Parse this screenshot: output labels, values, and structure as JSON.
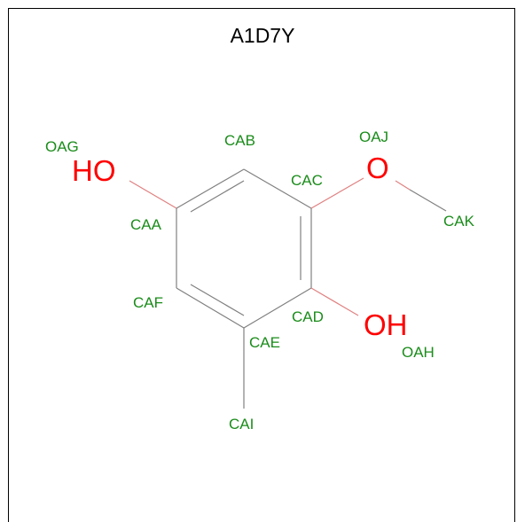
{
  "title": "A1D7Y",
  "colors": {
    "atom_label": "#1a8c1a",
    "heteroatom": "#ff0000",
    "bond": "#808080",
    "border": "#000000"
  },
  "atom_labels": {
    "OAG": "OAG",
    "CAB": "CAB",
    "OAJ": "OAJ",
    "CAC": "CAC",
    "CAK": "CAK",
    "CAA": "CAA",
    "CAF": "CAF",
    "CAD": "CAD",
    "CAE": "CAE",
    "OAH": "OAH",
    "CAI": "CAI"
  },
  "heteroatoms": {
    "ho": "HO",
    "o": "O",
    "oh": "OH"
  }
}
